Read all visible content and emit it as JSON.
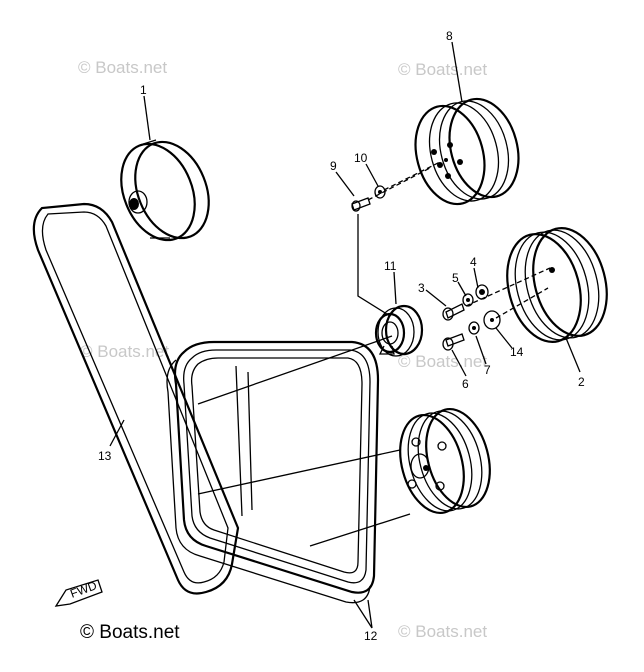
{
  "watermarks": [
    "© Boats.net",
    "© Boats.net",
    "© Boats.net",
    "© Boats.net",
    "© Boats.net"
  ],
  "footer_watermark": "© Boats.net",
  "fwd_label": "FWD",
  "callouts": {
    "c1": "1",
    "c2": "2",
    "c3": "3",
    "c4": "4",
    "c5": "5",
    "c6": "6",
    "c7": "7",
    "c8": "8",
    "c9": "9",
    "c10": "10",
    "c11": "11",
    "c12": "12",
    "c13": "13",
    "c14": "14"
  }
}
